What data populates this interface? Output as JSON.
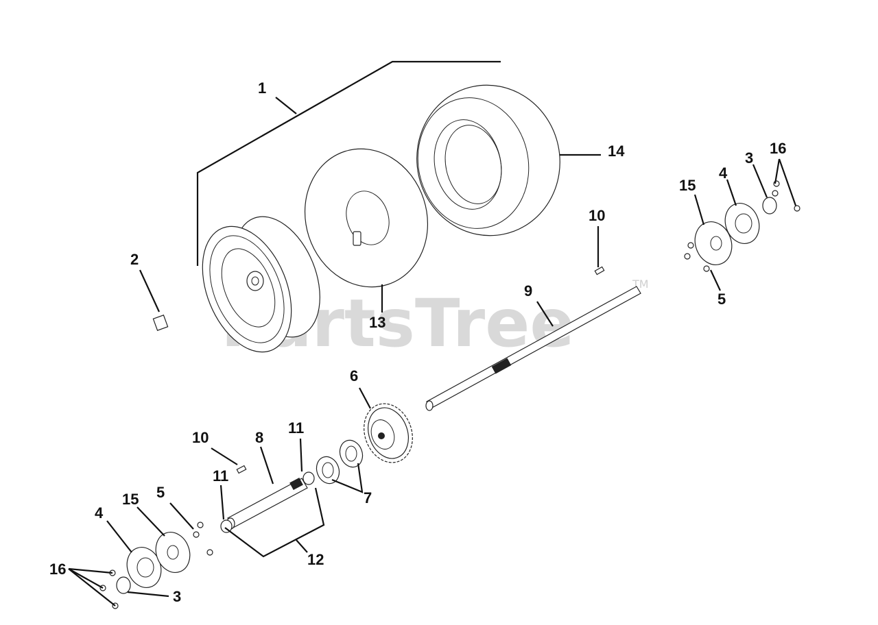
{
  "watermark": {
    "text": "PartsTree",
    "trademark": "TM"
  },
  "callouts": {
    "c1": "1",
    "c2": "2",
    "c3a": "3",
    "c3b": "3",
    "c4a": "4",
    "c4b": "4",
    "c5a": "5",
    "c5b": "5",
    "c6": "6",
    "c7": "7",
    "c8": "8",
    "c9": "9",
    "c10a": "10",
    "c10b": "10",
    "c11a": "11",
    "c11b": "11",
    "c12": "12",
    "c13": "13",
    "c14": "14",
    "c15a": "15",
    "c15b": "15",
    "c16a": "16",
    "c16b": "16"
  }
}
